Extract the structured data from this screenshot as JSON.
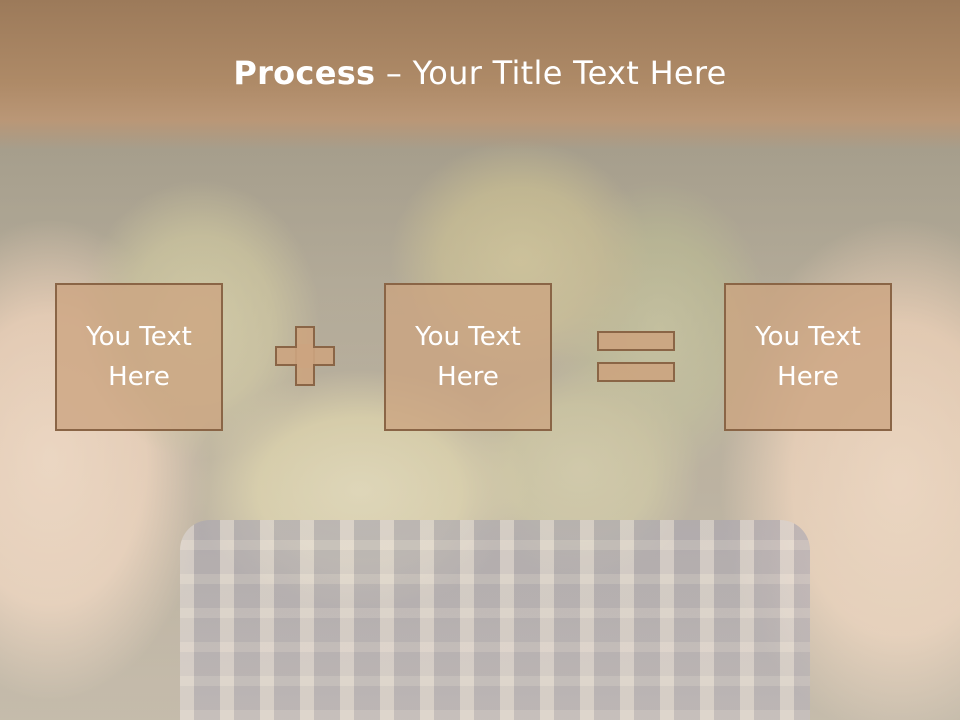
{
  "slide": {
    "title_strong": "Process",
    "title_rest": " – Your Title Text Here"
  },
  "equation": {
    "box1_text": "You Text\nHere",
    "box2_text": "You Text\nHere",
    "box3_text": "You Text\nHere",
    "plus_operator": "plus-icon",
    "equals_operator": "equals-icon"
  },
  "colors": {
    "title_band": "#ae8a67",
    "box_fill": "#cca480",
    "box_border": "#8a6546",
    "text": "#ffffff"
  }
}
